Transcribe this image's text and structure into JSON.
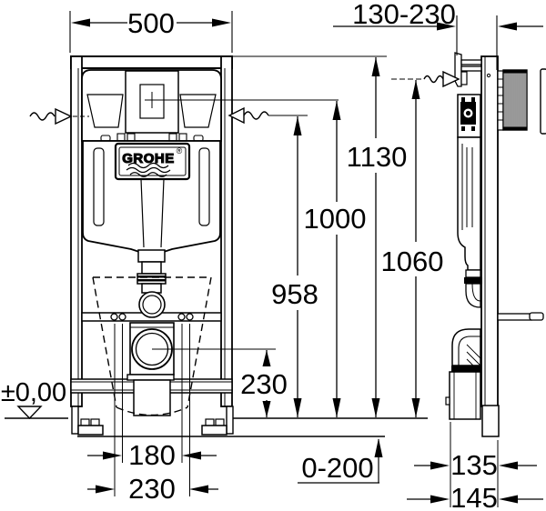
{
  "brand": {
    "name": "GROHE",
    "registered": "®"
  },
  "dimensions": {
    "frame_width": "500",
    "bracket_depth_range": "130-230",
    "frame_height": "1130",
    "flush_pipe_height": "1000",
    "supply_height": "958",
    "bracket_height": "1060",
    "outlet_height": "230",
    "floor_level": "±0,00",
    "bolt_spacing_narrow": "180",
    "bolt_spacing_wide": "230",
    "foot_adjust_range": "0-200",
    "depth_frame": "135",
    "depth_overall": "145"
  },
  "colors": {
    "line": "#000000",
    "background": "#ffffff"
  }
}
